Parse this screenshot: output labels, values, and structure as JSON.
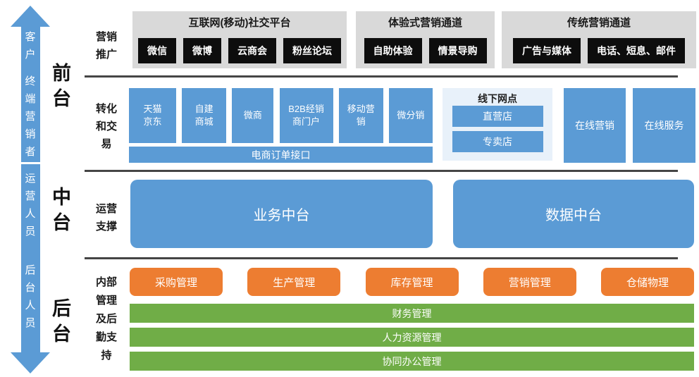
{
  "colors": {
    "blue": "#5B9BD5",
    "light_blue_panel": "#E8F1FA",
    "gray_panel": "#D9D9D9",
    "black_box": "#0D0D0D",
    "orange": "#ED7D31",
    "green": "#70AD47",
    "divider": "#454545"
  },
  "actors": {
    "customer_arrow": {
      "group1": "客户",
      "group2": "终端营销者"
    },
    "staff_arrow": {
      "group1": "运营人员",
      "group2": "后台人员"
    }
  },
  "layers": {
    "front": "前台",
    "middle": "中台",
    "back": "后台"
  },
  "row_labels": {
    "marketing": "营销推广",
    "conversion": "转化和交易",
    "operation": "运营支撑",
    "internal": "内部管理及后勤支持"
  },
  "marketing": {
    "panels": [
      {
        "title": "互联网(移动)社交平台",
        "items": [
          "微信",
          "微博",
          "云商会",
          "粉丝论坛"
        ]
      },
      {
        "title": "体验式营销通道",
        "items": [
          "自助体验",
          "情景导购"
        ]
      },
      {
        "title": "传统营销通道",
        "items": [
          "广告与媒体",
          "电话、短息、邮件"
        ]
      }
    ]
  },
  "conversion": {
    "channels": [
      "天猫\n京东",
      "自建\n商城",
      "微商",
      "B2B经销\n商门户",
      "移动营\n销",
      "微分销"
    ],
    "order_bar": "电商订单接口",
    "offline": {
      "title": "线下网点",
      "items": [
        "直营店",
        "专卖店"
      ]
    },
    "online": [
      "在线营销",
      "在线服务"
    ]
  },
  "middle": {
    "platforms": [
      "业务中台",
      "数据中台"
    ]
  },
  "back": {
    "orange": [
      "采购管理",
      "生产管理",
      "库存管理",
      "营销管理",
      "仓储物理"
    ],
    "green": [
      "财务管理",
      "人力资源管理",
      "协同办公管理"
    ]
  }
}
